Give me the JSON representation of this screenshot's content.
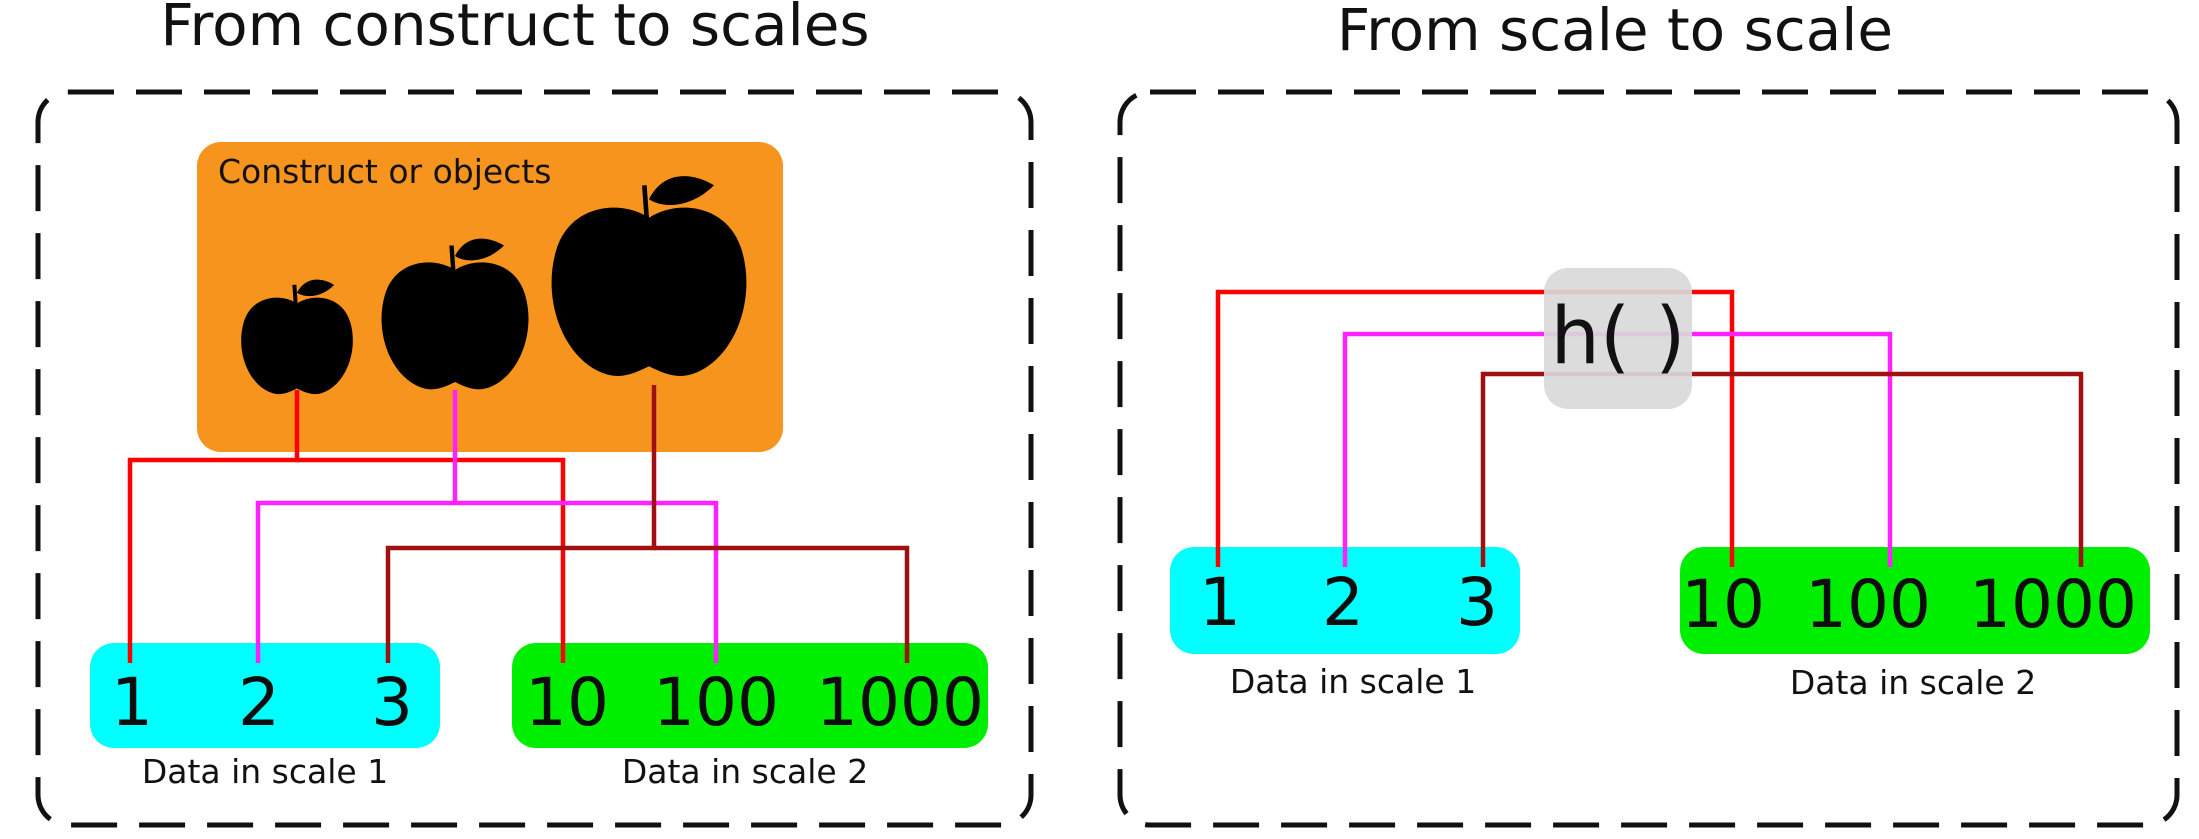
{
  "panels": {
    "left": {
      "title": "From construct to scales",
      "construct_label": "Construct or objects",
      "scale1": {
        "caption": "Data in scale 1",
        "values": [
          "1",
          "2",
          "3"
        ]
      },
      "scale2": {
        "caption": "Data in scale 2",
        "values": [
          "10",
          "100",
          "1000"
        ]
      }
    },
    "right": {
      "title": "From scale to scale",
      "function_label": "h( )",
      "scale1": {
        "caption": "Data in scale 1",
        "values": [
          "1",
          "2",
          "3"
        ]
      },
      "scale2": {
        "caption": "Data in scale 2",
        "values": [
          "10",
          "100",
          "1000"
        ]
      }
    }
  },
  "colors": {
    "construct_box": "#f7941d",
    "scale1_box": "#00ffff",
    "scale2_box": "#00ee00",
    "function_box": "#d9d9d9",
    "link_first": "#ff0000",
    "link_second": "#ff22ff",
    "link_third": "#a01010",
    "apple": "#000000"
  },
  "icons": [
    "apple-icon-small",
    "apple-icon-medium",
    "apple-icon-large"
  ]
}
